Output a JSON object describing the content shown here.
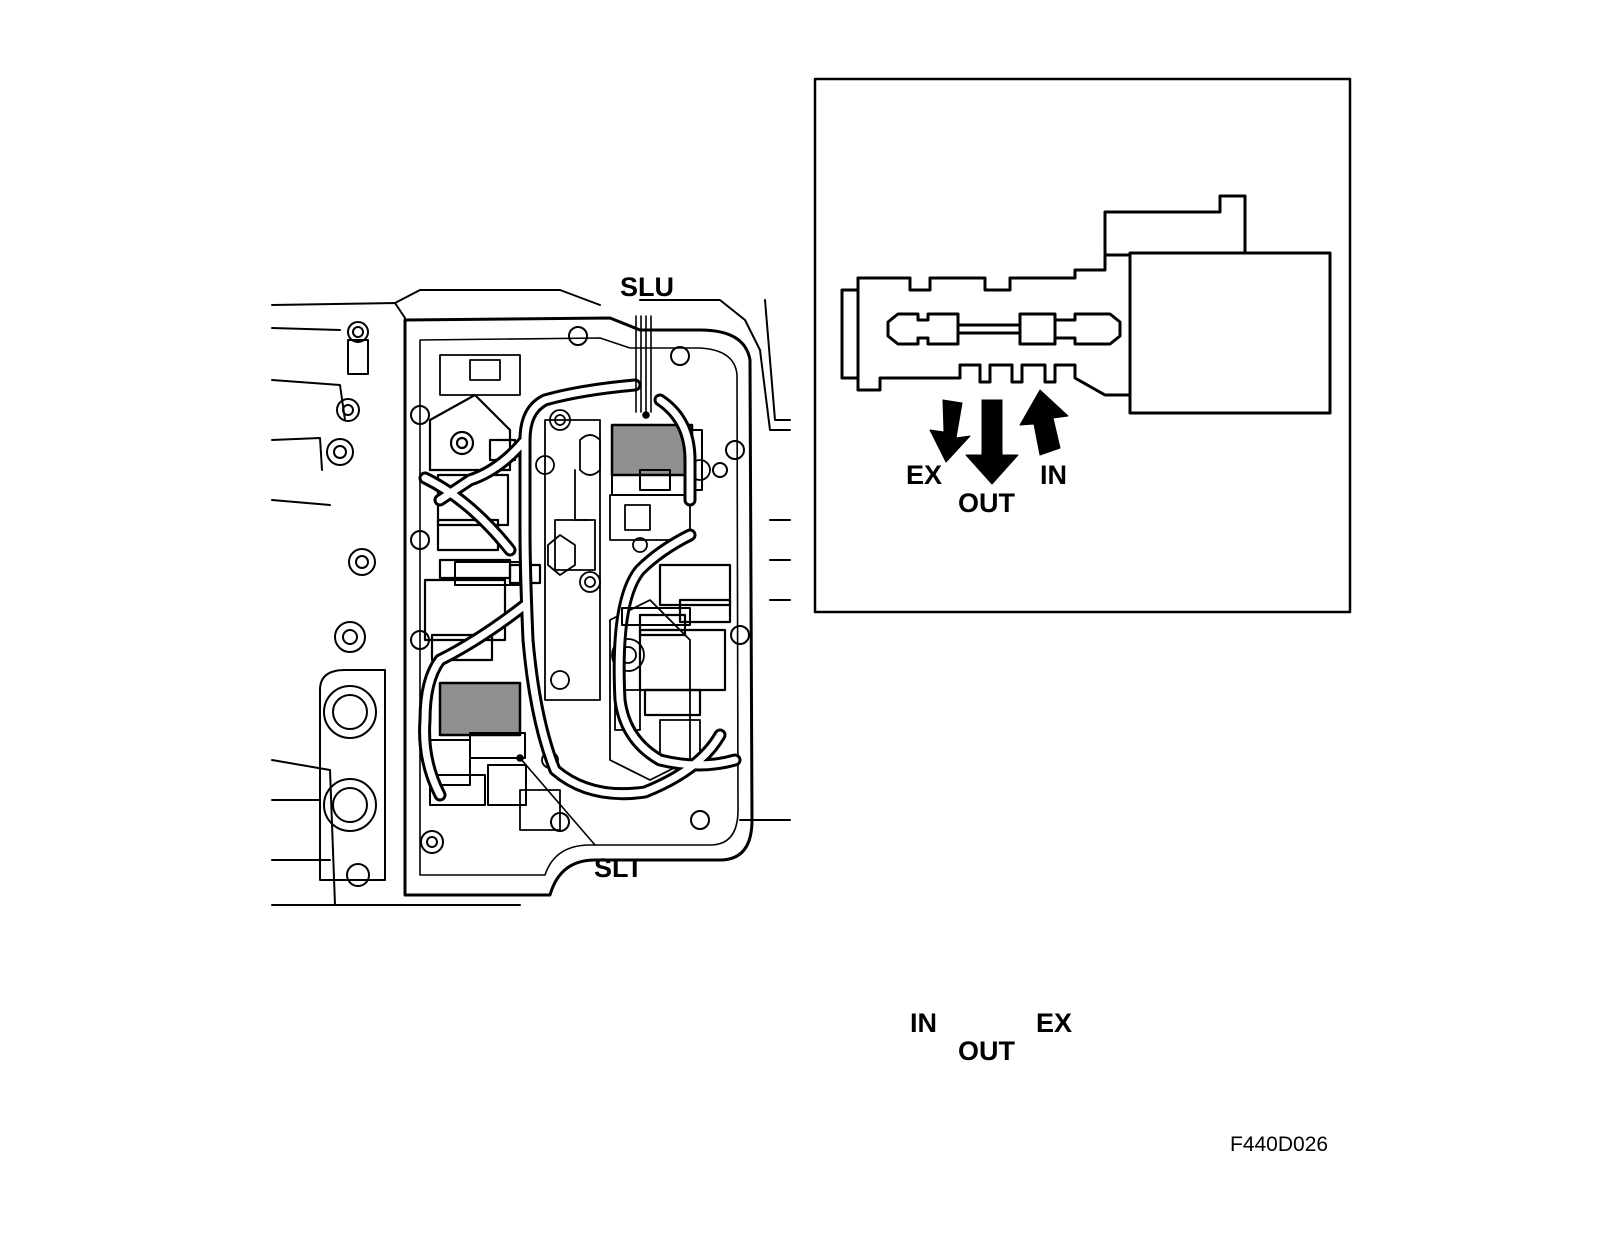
{
  "valve_body": {
    "callouts": {
      "upper": "SLU",
      "lower": "SLT"
    }
  },
  "panel_top": {
    "ports": {
      "left": "EX",
      "middle": "OUT",
      "right": "IN"
    }
  },
  "panel_bottom": {
    "ports": {
      "left": "IN",
      "middle": "OUT",
      "right": "EX"
    }
  },
  "figure_code": "F440D026",
  "colors": {
    "line": "#000000",
    "solenoid_fill": "#8f8f8f",
    "background": "#ffffff"
  }
}
